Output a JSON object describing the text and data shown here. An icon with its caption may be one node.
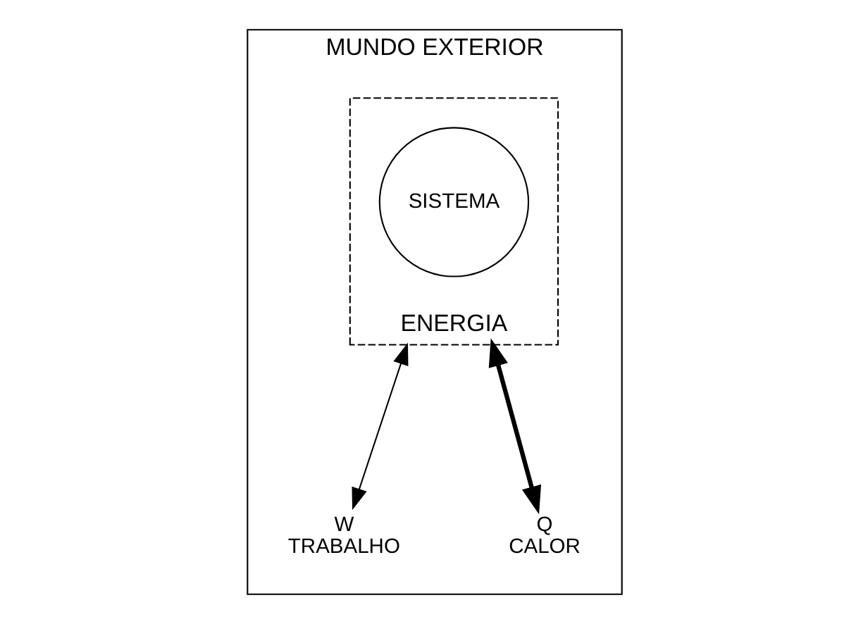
{
  "diagram": {
    "nodes": [
      {
        "text": [
          "MUNDO EXTERIOR"
        ]
      },
      {
        "text": [
          "ENERGIA"
        ],
        "in": 0
      },
      {
        "text": [
          "SISTEMA"
        ],
        "in": 1
      },
      {
        "text": [
          "W",
          "TRABALHO"
        ],
        "in": 0
      },
      {
        "text": [
          "Q",
          "CALOR"
        ],
        "in": 0
      }
    ],
    "edges": [
      {
        "from": 1,
        "to": 3,
        "arrow": "both"
      },
      {
        "from": 1,
        "to": 4,
        "arrow": "both",
        "style": "thick"
      }
    ]
  }
}
